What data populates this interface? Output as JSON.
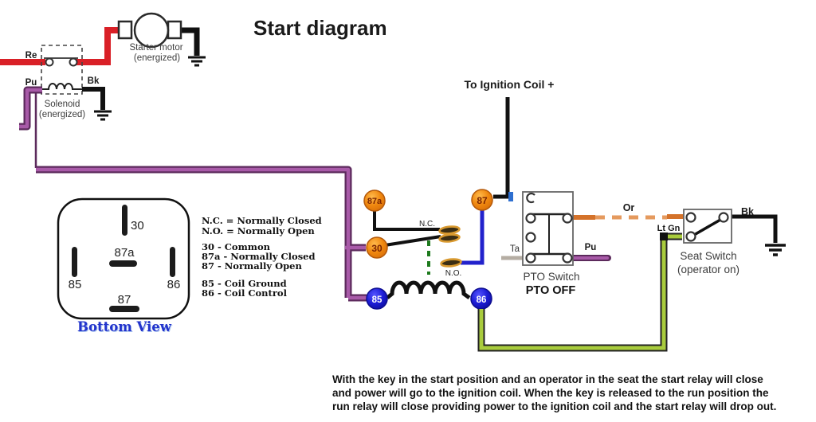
{
  "title": "Start diagram",
  "ignition": {
    "label": "To Ignition Coil +"
  },
  "starter_motor": {
    "line1": "Starter motor",
    "line2": "(energized)"
  },
  "solenoid": {
    "line1": "Solenoid",
    "line2": "(energized)",
    "wire_red": "Re",
    "wire_purple": "Pu",
    "wire_black": "Bk"
  },
  "relay": {
    "t87a": "87a",
    "t87": "87",
    "t30": "30",
    "t85": "85",
    "t86": "86",
    "nc": "N.C.",
    "no": "N.O."
  },
  "pto": {
    "title": "PTO Switch",
    "state": "PTO OFF",
    "wire_ta": "Ta",
    "wire_pu": "Pu",
    "wire_or": "Or"
  },
  "seat": {
    "title": "Seat Switch",
    "state": "(operator on)",
    "wire_green": "Lt Gn",
    "wire_black": "Bk"
  },
  "bottom_view": {
    "caption": "Bottom View",
    "pin30": "30",
    "pin87a": "87a",
    "pin85": "85",
    "pin86": "86",
    "pin87": "87"
  },
  "legend": [
    "N.C. = Normally Closed",
    "N.O. = Normally Open",
    "30 - Common",
    "87a - Normally Closed",
    "87 - Normally Open",
    "85 - Coil Ground",
    "86 - Coil Control"
  ],
  "notes": [
    "With the key in the start position and an operator in the seat the start relay will close",
    "and power will go to the ignition coil. When the key is released  to the run position the",
    "run relay will close providing power to the ignition coil and the start relay will drop out."
  ],
  "colors": {
    "red": "#d92027",
    "purple": "#a85aa8",
    "purple_dark": "#5c2a5c",
    "blue_wire": "#2222cc",
    "green_wire": "#a9cc3d",
    "orange_wire": "#d4722a",
    "orange_dash": "#e59a5e",
    "tan_wire": "#b5ada3",
    "orange_terminal": "#f0880f",
    "blue_terminal": "#1d1dd6",
    "contact_fill": "#3b2e14",
    "contact_ring": "#d99a30",
    "link_green": "#1d7a1d",
    "black_wire": "#111111"
  }
}
